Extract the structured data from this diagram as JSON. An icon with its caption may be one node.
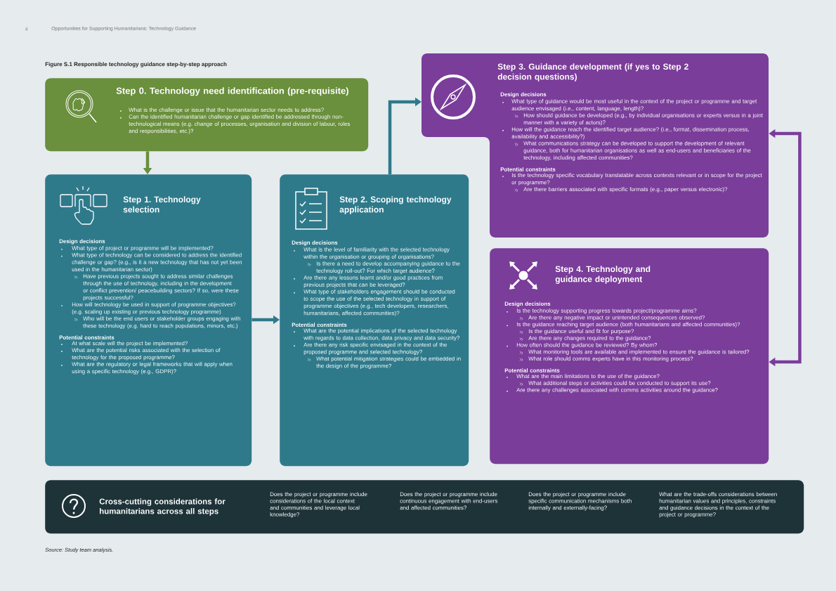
{
  "diagram": {
    "title": "Figure S.1 Responsible technology guidance step-by-step approach",
    "caption": "Source: Study team analysis.",
    "nodes": [
      {
        "text": [
          "Step 0. Technology need identification (pre-requisite)",
          "What is the challenge or issue that the humanitarian sector needs to address?",
          "Can the identified humanitarian challenge or gap identified be addressed through non-technological means (e.g. change of processes, organisation and division of labour, roles and responsibilities, etc.)?"
        ]
      },
      {
        "text": [
          "Step 1. Technology selection",
          "Design decisions",
          "What type of project or programme will be implemented?",
          "What type of technology can be considered to address the identified challenge or gap? (e.g., is it a new technology that has not yet been used in the humanitarian sector)",
          "Have previous projects sought to address similar challenges through the use of technology, including in the development or conflict prevention/ peacebuilding sectors? If so, were these projects successful?",
          "How will technology be used in support of programme objectives? (e.g. scaling up existing or previous technology programme)",
          "Who will be the end users or stakeholder groups engaging with these technology (e.g. hard to reach populations, minors, etc.)",
          "Potential constraints",
          "At what scale will the project be implemented?",
          "What are the potential risks associated with the selection of technology for the proposed programme?",
          "What are the regulatory or legal frameworks that will apply when using a specific technology (e.g., GDPR)?"
        ]
      },
      {
        "text": [
          "Step 2. Scoping technology application",
          "Design decisions",
          "What is the level of familiarity with the selected technology within the organisation or grouping of organisations?",
          "Is there a need to develop accompanying guidance to the technology roll-out? For which target audience?",
          "Are there any lessons learnt and/or good practices from previous projects that can be leveraged?",
          "What type of stakeholders engagement should be conducted to scope the use of the selected technology in support of programme objectives (e.g., tech developers, researchers, humanitarians, affected communities)?",
          "Potential constraints",
          "What are the potential implications of the selected technology with regards to data collection, data privacy and data security?",
          "Are there any risk specific envisaged in the context of the proposed programme and selected technology?",
          "What potential mitigation strategies could be embedded in the design of the programme?"
        ]
      },
      {
        "text": [
          "Step 3. Guidance development (if yes to Step 2 decision questions)",
          "Design decisions",
          "What type of guidance would be most useful in the context of the project or programme and target audience envisaged (i.e., content, language, length)?",
          "How should guidance be developed (e.g., by individual organisations or experts versus in a joint manner with a variety of actors)?",
          "How will the guidance reach the identified target audience? (i.e., format, dissemination process, availability and accessibility?)",
          "What communications strategy can be developed to support the development of relevant guidance, both for humanitarian organisations as well as end-users and beneficiaries of the technology, including affected communities?",
          "Potential constraints",
          "Is the technology specific vocabulary translatable across contexts relevant or in scope for the project or programme?",
          "Are there barriers associated with specific formats (e.g., paper versus electronic)?"
        ]
      },
      {
        "text": [
          "Step 4. Technology and guidance deployment",
          "Design decisions",
          "Is the technology supporting progress towards project/programme aims?",
          "Are there any negative impact or unintended consequences observed?",
          "Is the guidance reaching target audience (both humanitarians and affected communities)?",
          "Is the guidance useful and fit for purpose?",
          "Are there any changes required to the guidance?",
          "How often should the guidance be reviewed? By whom?",
          "What monitoring tools are available and implemented to ensure the guidance is tailored?",
          "What role should comms experts have in this monitoring process?",
          "Potential constraints",
          "What are the main limitations to the use of the guidance?",
          "What additional steps or activities could be conducted to support its use?",
          "Are there any challenges associated with comms activities around the guidance?"
        ]
      },
      {
        "text": [
          "Cross-cutting considerations for humanitarians across all steps",
          "Does the project or programme include considerations of the local context and communities and leverage local knowledge?",
          "Does the project or programme include continuous engagement with end-users and affected communities?",
          "Does the project or programme include specific communication mechanisms both internally and externally-facing?",
          "What are the trade-offs considerations between humanitarian values and principles, constraints and guidance decisions in the context of the project or programme?"
        ]
      }
    ],
    "edges": [
      {
        "from": 0,
        "to": 1,
        "arrow": "to",
        "color": "#6a8f3d"
      },
      {
        "from": 1,
        "to": 2,
        "arrow": "to",
        "color": "#2e7a8b"
      },
      {
        "from": 2,
        "to": 3,
        "arrow": "to",
        "color": "#2e7a8b"
      },
      {
        "from": 3,
        "to": 4,
        "arrow": "both",
        "color": "#7a3d9a"
      }
    ],
    "labels": [
      "ii",
      "Opportunities for Supporting Humanitarians: Technology Guidance"
    ]
  }
}
